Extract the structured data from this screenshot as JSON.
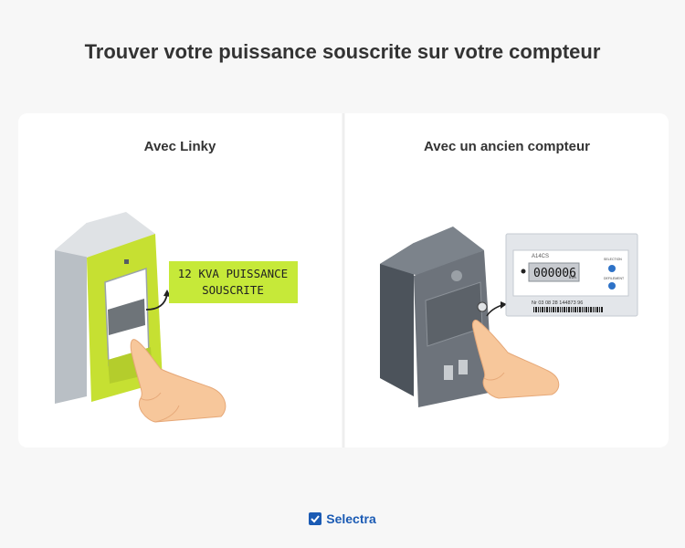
{
  "page": {
    "title": "Trouver votre puissance souscrite sur votre compteur"
  },
  "left_panel": {
    "title": "Avec Linky",
    "label_line1": "12 KVA PUISSANCE",
    "label_line2": "SOUSCRITE"
  },
  "right_panel": {
    "title": "Avec un ancien compteur",
    "meter_model": "A14CS",
    "display_value": "000006",
    "display_unit": "kVA",
    "button_top_label": "SELECTION",
    "button_bottom_label": "DEFILEMENT",
    "serial_number": "Nr 03 08 28 144873 96"
  },
  "footer": {
    "brand_name": "Selectra"
  },
  "colors": {
    "linky_green": "#c6e032",
    "label_green": "#c6e939",
    "meter_gray": "#6d737b",
    "brand_blue": "#1b5bb4",
    "skin": "#f7c79b"
  }
}
